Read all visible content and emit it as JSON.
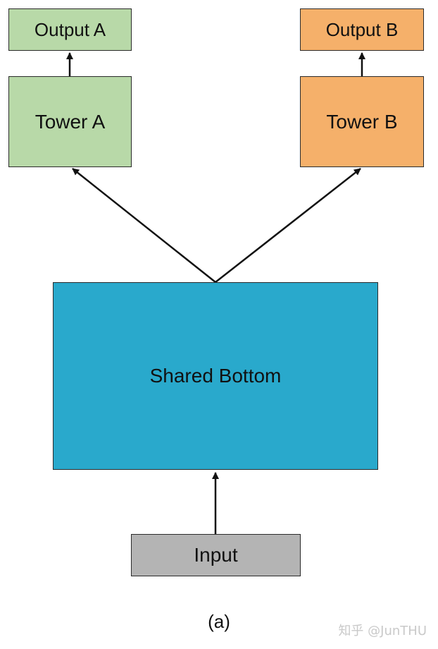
{
  "diagram": {
    "nodes": {
      "output_a": "Output A",
      "tower_a": "Tower A",
      "output_b": "Output B",
      "tower_b": "Tower B",
      "shared_bottom": "Shared Bottom",
      "input": "Input"
    },
    "caption": "(a)",
    "watermark": "知乎 @JunTHU",
    "colors": {
      "tower_a": "#b8d9a8",
      "tower_b": "#f5b06a",
      "shared_bottom": "#29a9cc",
      "input": "#b4b4b4"
    }
  }
}
